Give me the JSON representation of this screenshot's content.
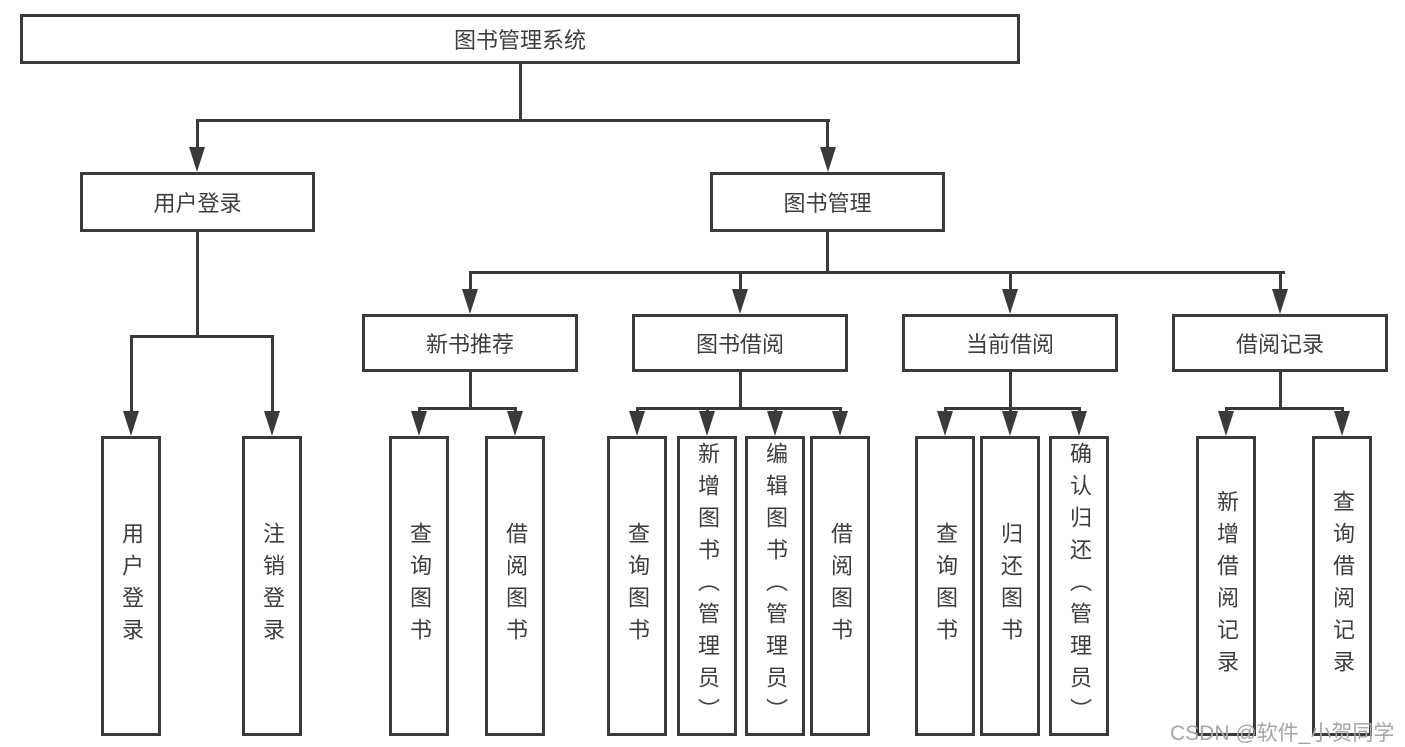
{
  "title": "图书管理系统",
  "level2": [
    {
      "label": "用户登录"
    },
    {
      "label": "图书管理"
    }
  ],
  "level3": [
    {
      "label": "新书推荐"
    },
    {
      "label": "图书借阅"
    },
    {
      "label": "当前借阅"
    },
    {
      "label": "借阅记录"
    }
  ],
  "leaves": {
    "user_login_group": [
      {
        "label": "用户登录"
      },
      {
        "label": "注销登录"
      }
    ],
    "new_books_group": [
      {
        "label": "查询图书"
      },
      {
        "label": "借阅图书"
      }
    ],
    "borrow_group": [
      {
        "label": "查询图书"
      },
      {
        "label": "新增图书（管理员）"
      },
      {
        "label": "编辑图书（管理员）"
      },
      {
        "label": "借阅图书"
      }
    ],
    "current_group": [
      {
        "label": "查询图书"
      },
      {
        "label": "归还图书"
      },
      {
        "label": "确认归还（管理员）"
      }
    ],
    "records_group": [
      {
        "label": "新增借阅记录"
      },
      {
        "label": "查询借阅记录"
      }
    ]
  },
  "watermark": "CSDN @软件_小贺同学",
  "colors": {
    "line": "#3a3a3a",
    "text": "#3d3d3d",
    "watermark": "#a6a6a6",
    "background": "#ffffff"
  }
}
